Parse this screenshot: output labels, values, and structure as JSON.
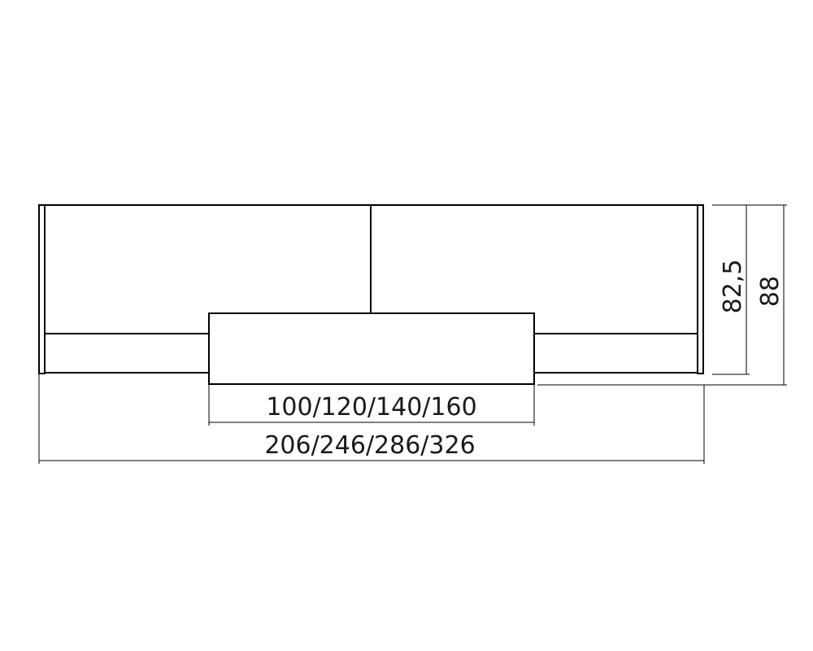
{
  "dimensions": {
    "inner_width_label": "100/120/140/160",
    "total_width_label": "206/246/286/326",
    "inner_height_label": "82,5",
    "total_height_label": "88"
  },
  "colors": {
    "stroke": "#000000",
    "background": "#ffffff"
  }
}
